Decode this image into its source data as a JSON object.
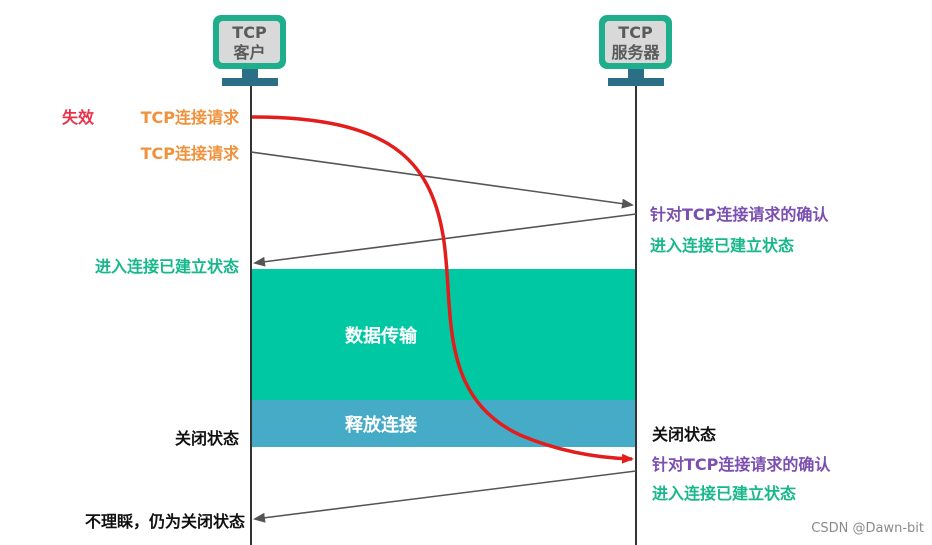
{
  "client": {
    "line1": "TCP",
    "line2": "客户"
  },
  "server": {
    "line1": "TCP",
    "line2": "服务器"
  },
  "client_labels": {
    "expired_tag": "失效",
    "request_1": "TCP连接请求",
    "request_2": "TCP连接请求",
    "established": "进入连接已建立状态",
    "closed": "关闭状态",
    "ignore_closed": "不理睬，仍为关闭状态"
  },
  "server_labels": {
    "ack_1": "针对TCP连接请求的确认",
    "established_1": "进入连接已建立状态",
    "closed": "关闭状态",
    "ack_2": "针对TCP连接请求的确认",
    "established_2": "进入连接已建立状态"
  },
  "phases": {
    "data_transfer": "数据传输",
    "release": "释放连接"
  },
  "colors": {
    "endpoint_box": "#1fae8c",
    "endpoint_fill": "#d9d9d9",
    "stand": "#2a6f86",
    "data_band": "#00c8a3",
    "release_band": "#46abc7",
    "expired_curve": "#e31c1c",
    "message_arrow": "#555555",
    "lifeline": "#333333"
  },
  "watermark": "CSDN @Dawn-bit"
}
